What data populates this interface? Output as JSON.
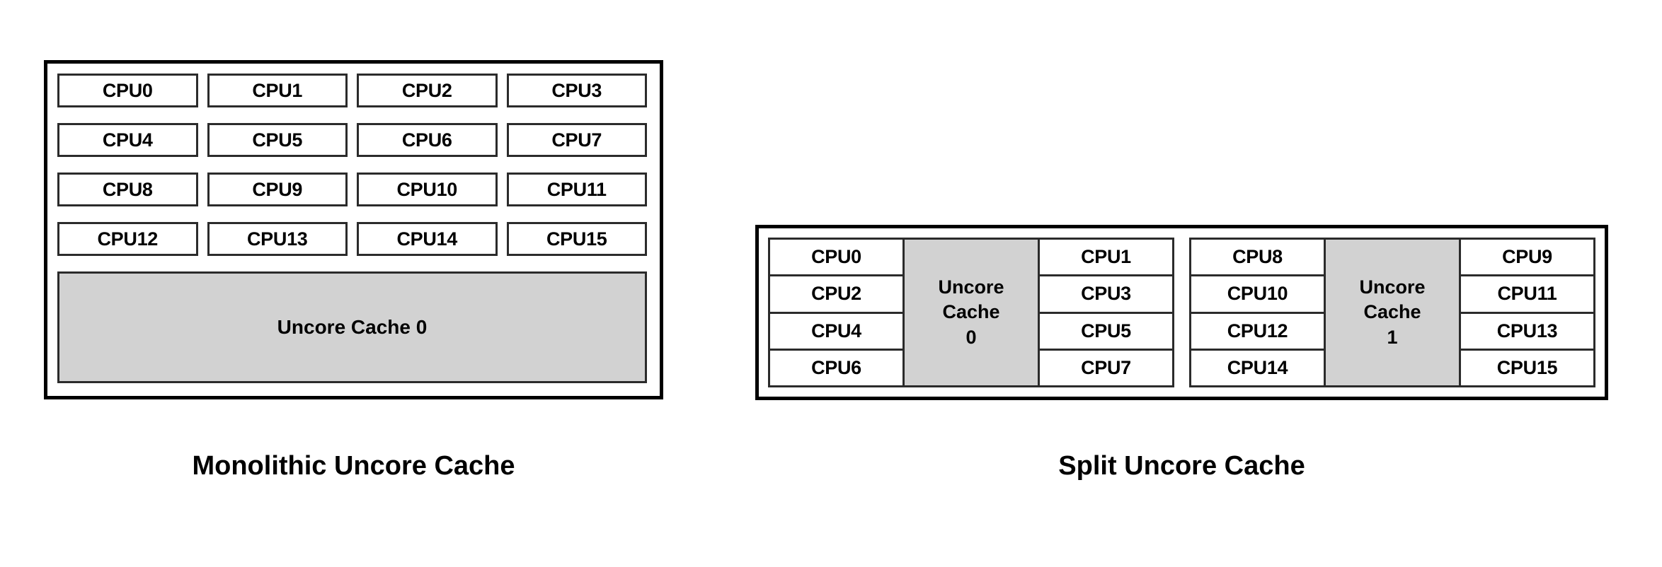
{
  "figure": {
    "title_left": "Monolithic Uncore Cache",
    "title_right": "Split Uncore Cache",
    "colors": {
      "cache_fill": "#d2d2d2",
      "border": "#000000",
      "box_border": "#2b2b2b",
      "background": "#ffffff",
      "text": "#000000"
    }
  },
  "monolithic": {
    "caption": "Monolithic Uncore Cache",
    "cpu_count": 16,
    "grid_columns": 4,
    "grid_rows": 4,
    "cpus": [
      "CPU0",
      "CPU1",
      "CPU2",
      "CPU3",
      "CPU4",
      "CPU5",
      "CPU6",
      "CPU7",
      "CPU8",
      "CPU9",
      "CPU10",
      "CPU11",
      "CPU12",
      "CPU13",
      "CPU14",
      "CPU15"
    ],
    "cache": {
      "label": "Uncore Cache 0",
      "shared_by_all": true
    }
  },
  "split": {
    "caption": "Split Uncore Cache",
    "cpu_count": 16,
    "clusters": [
      {
        "cache_lines": [
          "Uncore",
          "Cache",
          "0"
        ],
        "cache_label": "Uncore Cache 0",
        "left_cpus": [
          "CPU0",
          "CPU2",
          "CPU4",
          "CPU6"
        ],
        "right_cpus": [
          "CPU1",
          "CPU3",
          "CPU5",
          "CPU7"
        ]
      },
      {
        "cache_lines": [
          "Uncore",
          "Cache",
          "1"
        ],
        "cache_label": "Uncore Cache 1",
        "left_cpus": [
          "CPU8",
          "CPU10",
          "CPU12",
          "CPU14"
        ],
        "right_cpus": [
          "CPU9",
          "CPU11",
          "CPU13",
          "CPU15"
        ]
      }
    ]
  }
}
